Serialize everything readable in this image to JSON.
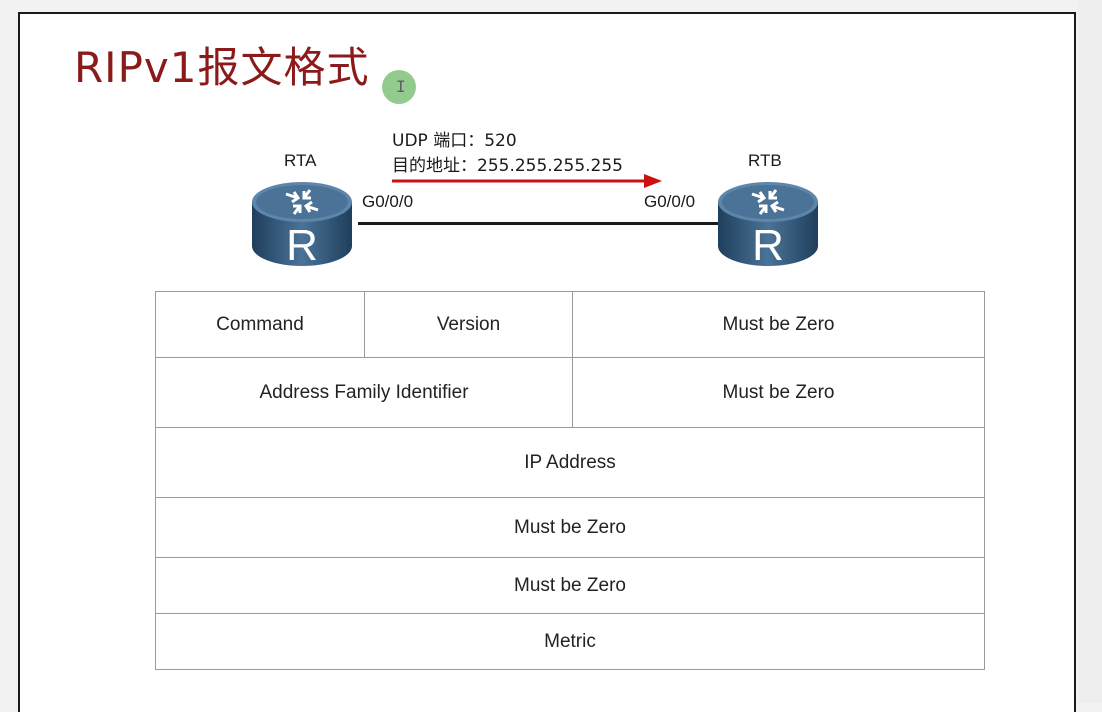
{
  "slide": {
    "title": "RIPv1报文格式"
  },
  "topology": {
    "router_a": {
      "name": "RTA",
      "port": "G0/0/0",
      "icon_letter": "R"
    },
    "router_b": {
      "name": "RTB",
      "port": "G0/0/0",
      "icon_letter": "R"
    },
    "udp_port_line": "UDP 端口：520",
    "dest_addr_line": "目的地址：255.255.255.255"
  },
  "packet_format": {
    "row1": {
      "command": "Command",
      "version": "Version",
      "must_be_zero": "Must be Zero"
    },
    "row2": {
      "afi": "Address Family Identifier",
      "must_be_zero": "Must be Zero"
    },
    "row3": {
      "ip_address": "IP Address"
    },
    "row4": {
      "must_be_zero": "Must be Zero"
    },
    "row5": {
      "must_be_zero": "Must be Zero"
    },
    "row6": {
      "metric": "Metric"
    }
  },
  "colors": {
    "title": "#8b1a1a",
    "arrow": "#cc1111",
    "router_body": "#2b5072"
  }
}
